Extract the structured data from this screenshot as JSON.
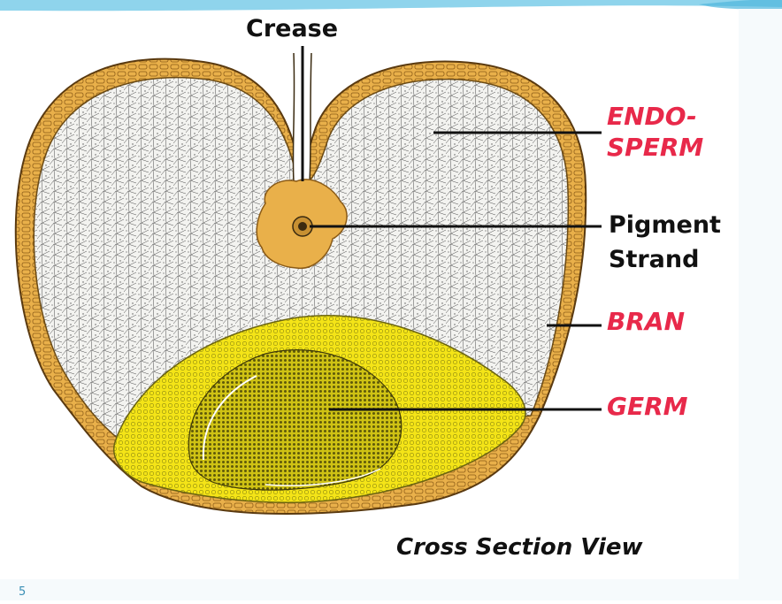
{
  "diagram": {
    "labels": {
      "crease": "Crease",
      "endosperm_line1": "ENDO-",
      "endosperm_line2": "SPERM",
      "pigment_line1": "Pigment",
      "pigment_line2": "Strand",
      "bran": "BRAN",
      "germ": "GERM",
      "caption": "Cross Section View"
    },
    "colors": {
      "bran": "#e9b04a",
      "germ": "#f4e417",
      "germ_core": "#c9bd11",
      "endosperm": "#f1f1ee",
      "label_red": "#e8294a",
      "slide_accent": "#8fd4ec"
    }
  },
  "slide": {
    "page_number": "5"
  }
}
